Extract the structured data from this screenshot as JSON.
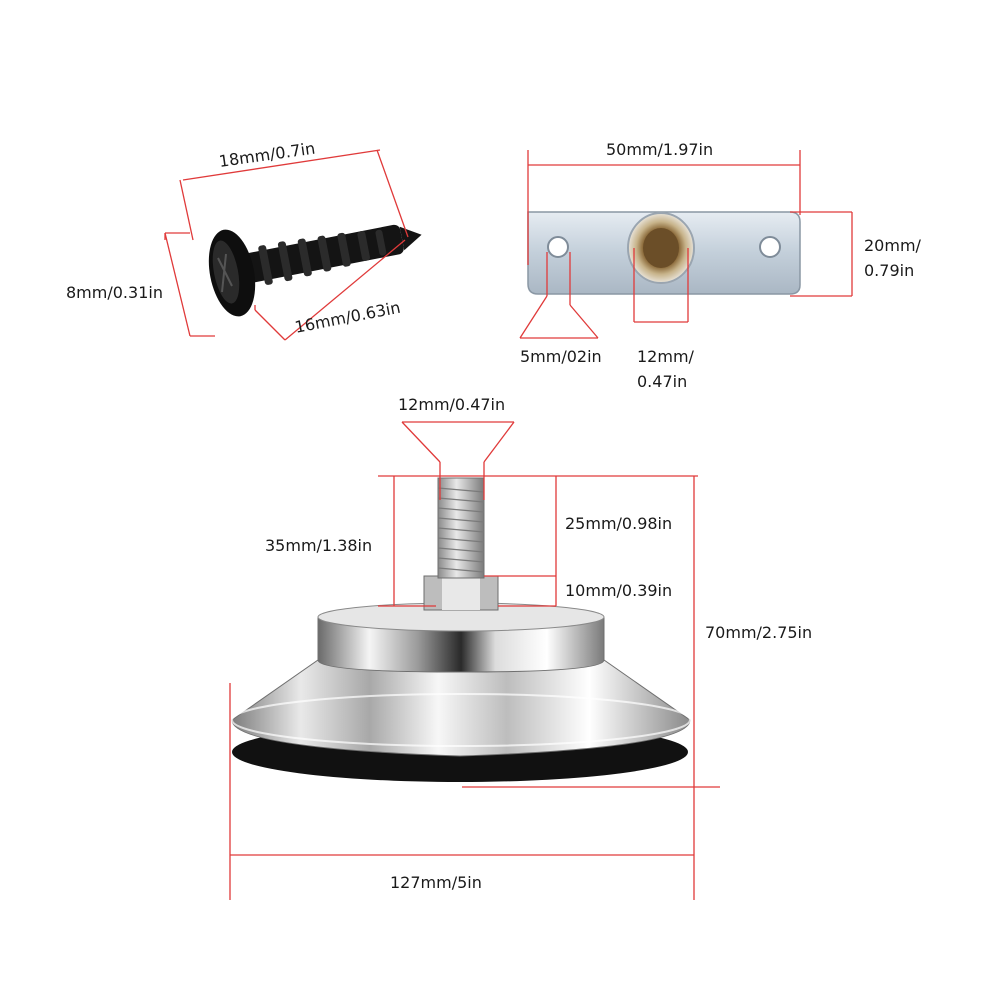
{
  "colors": {
    "dimension_line": "#e03a3a",
    "label_text": "#1a1a1a",
    "screw_black": "#141414",
    "chrome_light": "#f2f2f2",
    "chrome_dark": "#555555",
    "plate_zinc": "#c9d4de"
  },
  "screw": {
    "length_total": "18mm/0.7in",
    "head_diameter": "8mm/0.31in",
    "thread_length": "16mm/0.63in"
  },
  "plate": {
    "length": "50mm/1.97in",
    "height_line1": "20mm/",
    "height_line2": "0.79in",
    "hole_small": "5mm/02in",
    "nut_line1": "12mm/",
    "nut_line2": "0.47in"
  },
  "foot": {
    "bolt_diameter": "12mm/0.47in",
    "bolt_total": "35mm/1.38in",
    "thread_length": "25mm/0.98in",
    "nut_height": "10mm/0.39in",
    "overall_height": "70mm/2.75in",
    "base_diameter": "127mm/5in"
  }
}
